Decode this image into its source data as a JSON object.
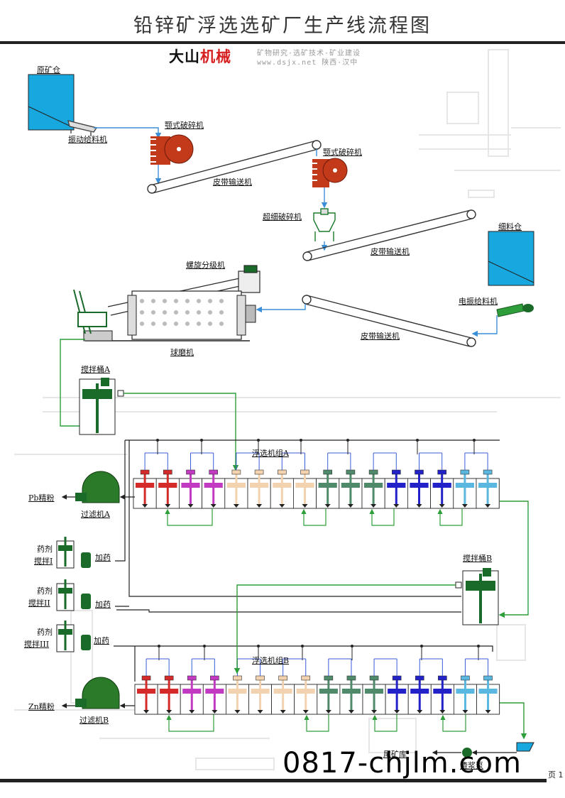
{
  "title": "铅锌矿浮选选矿厂生产线流程图",
  "brand": {
    "name_part1": "大山",
    "name_part2": "机械",
    "tagline": "矿物研究·选矿技术·矿业建设",
    "url_line": "www.dsjx.net  陕西·汉中"
  },
  "labels": {
    "raw_bin": "原矿仓",
    "vibrating_feeder": "振动给料机",
    "jaw_crusher_1": "颚式破碎机",
    "jaw_crusher_2": "颚式破碎机",
    "belt_conveyor_1": "皮带输送机",
    "ultrafine_crusher": "超细破碎机",
    "belt_conveyor_2": "皮带输送机",
    "fine_bin": "细料仓",
    "spiral_classifier": "螺旋分级机",
    "electric_feeder": "电振给料机",
    "belt_conveyor_3": "皮带输送机",
    "ball_mill": "球磨机",
    "agitator_a": "搅拌桶A",
    "flotation_a": "浮选机组A",
    "pb_concentrate": "Pb精粉",
    "filter_a": "过滤机A",
    "reagent_1a": "药剂",
    "reagent_1b": "搅拌I",
    "dosing_1": "加药",
    "agitator_b": "搅拌桶B",
    "reagent_2a": "药剂",
    "reagent_2b": "搅拌II",
    "dosing_2": "加药",
    "reagent_3a": "药剂",
    "reagent_3b": "搅拌III",
    "dosing_3": "加药",
    "flotation_b": "浮选机组B",
    "zn_concentrate": "Zn精粉",
    "filter_b": "过滤机B",
    "tailings": "尾矿库",
    "slurry_pump": "渣浆泵"
  },
  "website": "0817-chjlm.com",
  "page_label": "页 1",
  "cell_colors": [
    "#d42a2a",
    "#d42a2a",
    "#c23ac2",
    "#c23ac2",
    "#f3d2b0",
    "#f3d2b0",
    "#f3d2b0",
    "#f3d2b0",
    "#4f8a6a",
    "#4f8a6a",
    "#4f8a6a",
    "#2222c8",
    "#2222c8",
    "#2222c8",
    "#5ab8e0",
    "#5ab8e0"
  ],
  "colors": {
    "flow_green": "#2e9e3a",
    "flow_blue": "#3b8fd8",
    "bin_blue": "#18a8e0",
    "crusher_red": "#c23a1a",
    "machine_green": "#1a6a2a"
  }
}
